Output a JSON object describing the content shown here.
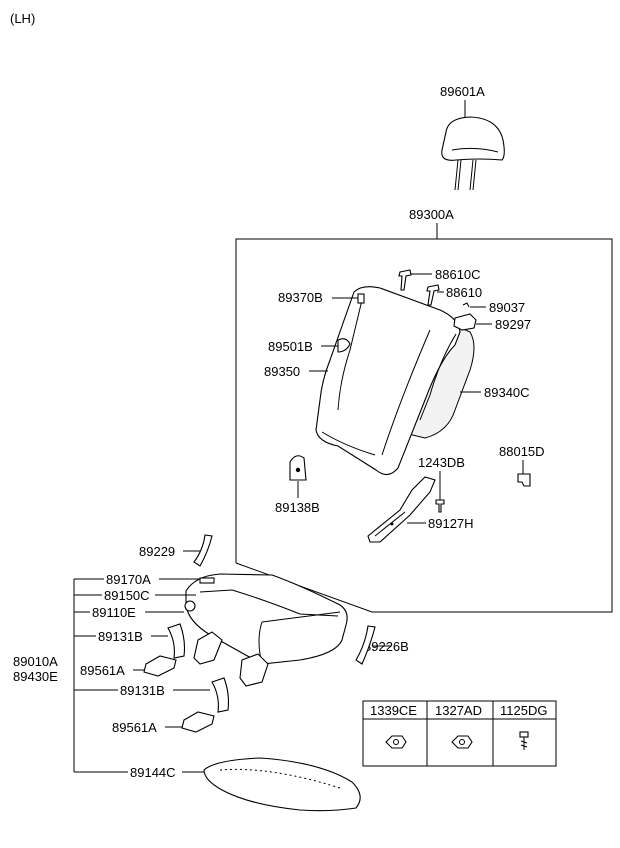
{
  "side_tag": "(LH)",
  "labels": {
    "p89601A": "89601A",
    "p89300A": "89300A",
    "p88610C": "88610C",
    "p89370B": "89370B",
    "p88610": "88610",
    "p89037": "89037",
    "p89297": "89297",
    "p89501B": "89501B",
    "p89350": "89350",
    "p89340C": "89340C",
    "p1243DB": "1243DB",
    "p88015D": "88015D",
    "p89138B": "89138B",
    "p89127H": "89127H",
    "p89229": "89229",
    "p89170A": "89170A",
    "p89150C": "89150C",
    "p89110E": "89110E",
    "p89131B_1": "89131B",
    "p89010A": "89010A",
    "p89430E": "89430E",
    "p89561A_1": "89561A",
    "p89226B": "89226B",
    "p89131B_2": "89131B",
    "p89561A_2": "89561A",
    "p89144C": "89144C"
  },
  "fastener_table": {
    "headers": [
      "1339CE",
      "1327AD",
      "1125DG"
    ]
  }
}
